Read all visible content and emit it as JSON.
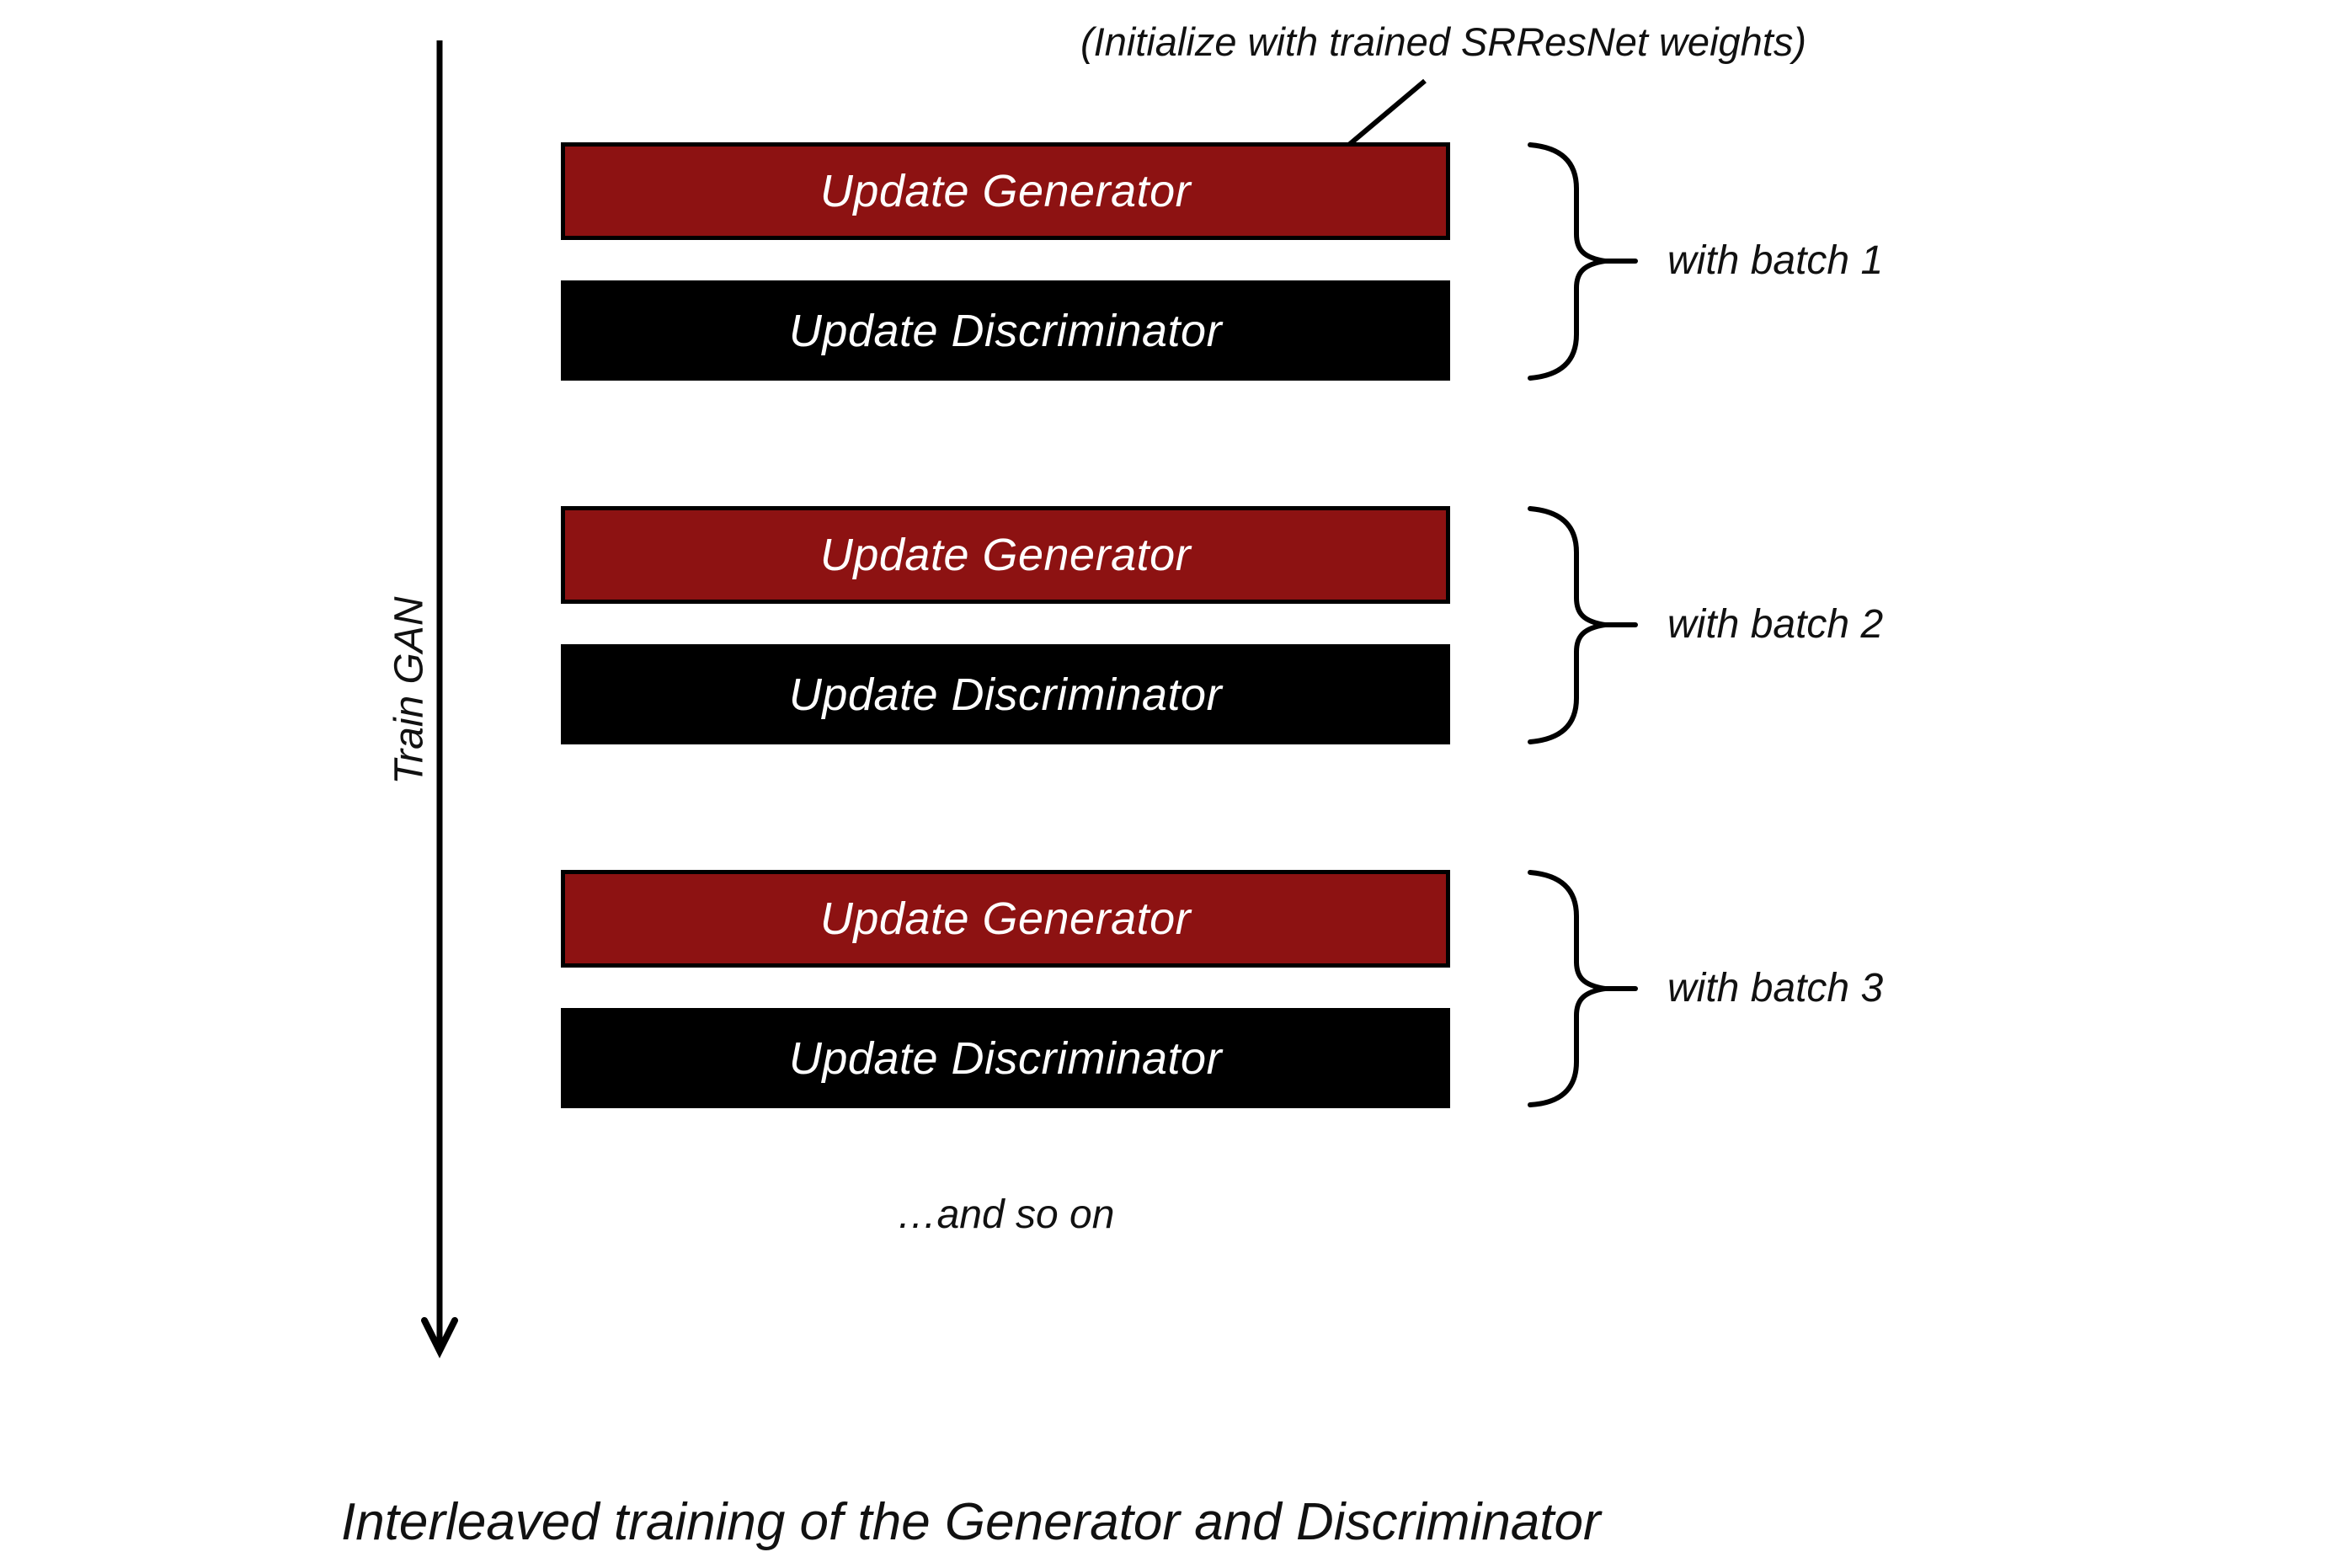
{
  "annotation": {
    "text": "(Initialize with trained SRResNet weights)"
  },
  "train_arrow": {
    "label": "Train GAN"
  },
  "groups": [
    {
      "generator_label": "Update Generator",
      "discriminator_label": "Update Discriminator",
      "batch_label": "with batch 1"
    },
    {
      "generator_label": "Update Generator",
      "discriminator_label": "Update Discriminator",
      "batch_label": "with batch 2"
    },
    {
      "generator_label": "Update Generator",
      "discriminator_label": "Update Discriminator",
      "batch_label": "with batch 3"
    }
  ],
  "ellipsis": {
    "text": "…and so on"
  },
  "caption": {
    "text": "Interleaved training of the Generator and Discriminator"
  },
  "colors": {
    "generator_fill": "#8D1212",
    "discriminator_fill": "#000000",
    "box_text": "#FFFFFF",
    "line_color": "#000000"
  }
}
